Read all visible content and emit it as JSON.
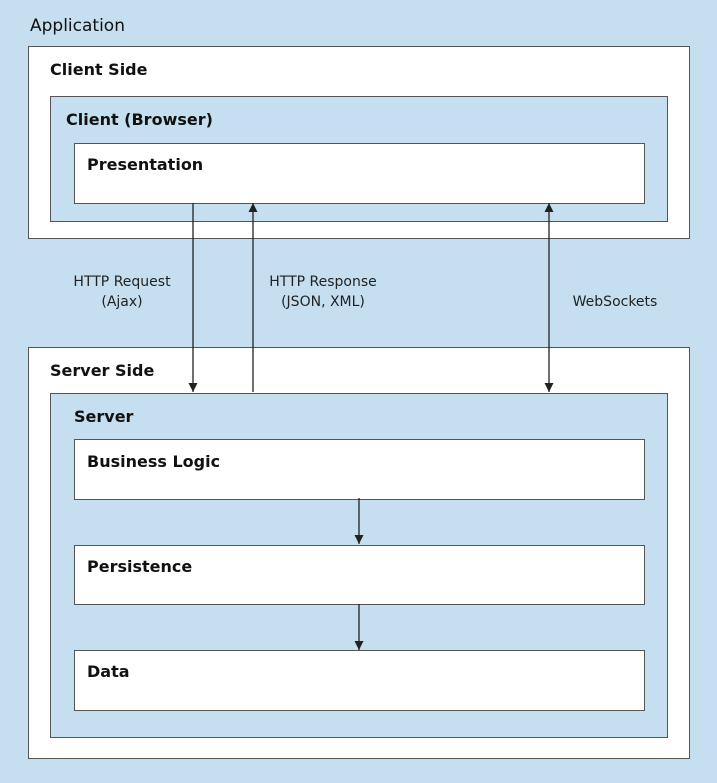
{
  "application": {
    "label": "Application"
  },
  "client_side": {
    "label": "Client Side",
    "client": {
      "label": "Client (Browser)",
      "presentation": "Presentation"
    }
  },
  "server_side": {
    "label": "Server Side",
    "server": {
      "label": "Server",
      "layers": [
        "Business Logic",
        "Persistence",
        "Data"
      ]
    }
  },
  "connections": {
    "request": {
      "line1": "HTTP Request",
      "line2": "(Ajax)"
    },
    "response": {
      "line1": "HTTP Response",
      "line2": "(JSON, XML)"
    },
    "websockets": {
      "line1": "WebSockets"
    }
  }
}
